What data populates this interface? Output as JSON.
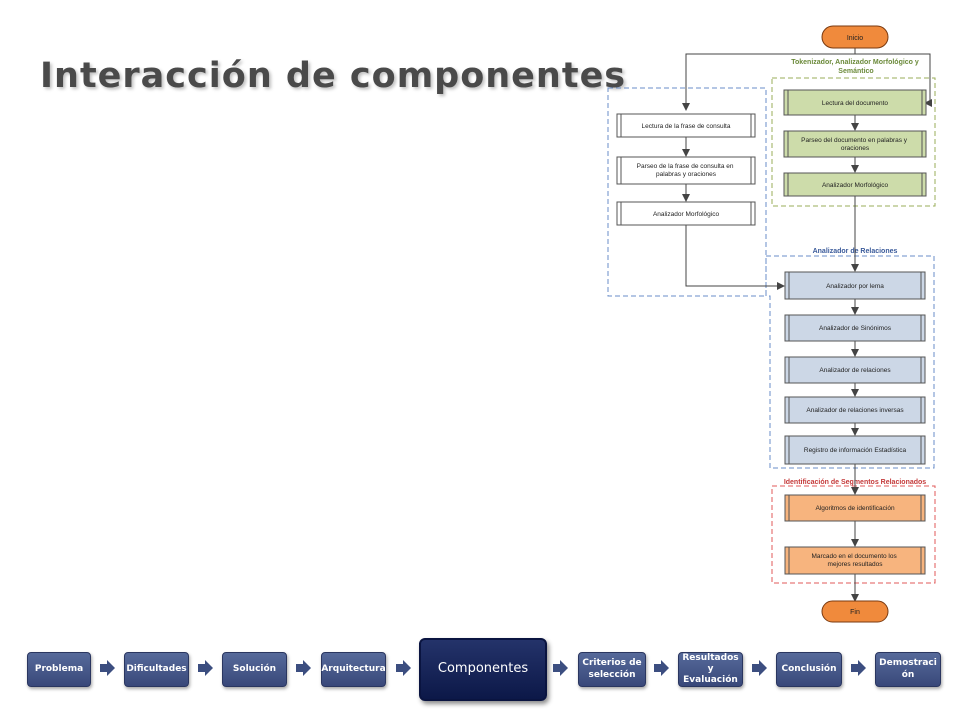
{
  "slide": {
    "title": "Interacción de componentes"
  },
  "diagram": {
    "start": "Inicio",
    "end": "Fin",
    "groups": {
      "tokenizer": "Tokenizador, Analizador Morfológico y Semántico",
      "relations": "Analizador de Relaciones",
      "segments": "Identificación de Segmentos Relacionados"
    },
    "query_steps": [
      "Lectura de la frase de consulta",
      "Parseo de la frase de consulta en palabras y oraciones",
      "Analizador Morfológico"
    ],
    "document_steps": [
      "Lectura del documento",
      "Parseo del documento en palabras y oraciones",
      "Analizador Morfológico"
    ],
    "relation_steps": [
      "Analizador por lema",
      "Analizador de Sinónimos",
      "Analizador de relaciones",
      "Analizador de relaciones inversas",
      "Registro de información Estadística"
    ],
    "segment_steps": [
      "Algoritmos de identificación",
      "Marcado en el documento los mejores resultados"
    ],
    "colors": {
      "start_end": "#f08a3c",
      "query_fill": "#ffffff",
      "document_fill": "#cddcaa",
      "relations_fill": "#ccd7e6",
      "segments_fill": "#f7b47e",
      "blue_dash": "#6a8ec8",
      "green_dash": "#9aae5a",
      "red_dash": "#e05a5a"
    }
  },
  "nav": {
    "items": [
      "Problema",
      "Dificultades",
      "Solución",
      "Arquitectura",
      "Componentes",
      "Criterios de selección",
      "Resultados y Evaluación",
      "Conclusión",
      "Demostración"
    ],
    "active": "Componentes"
  }
}
